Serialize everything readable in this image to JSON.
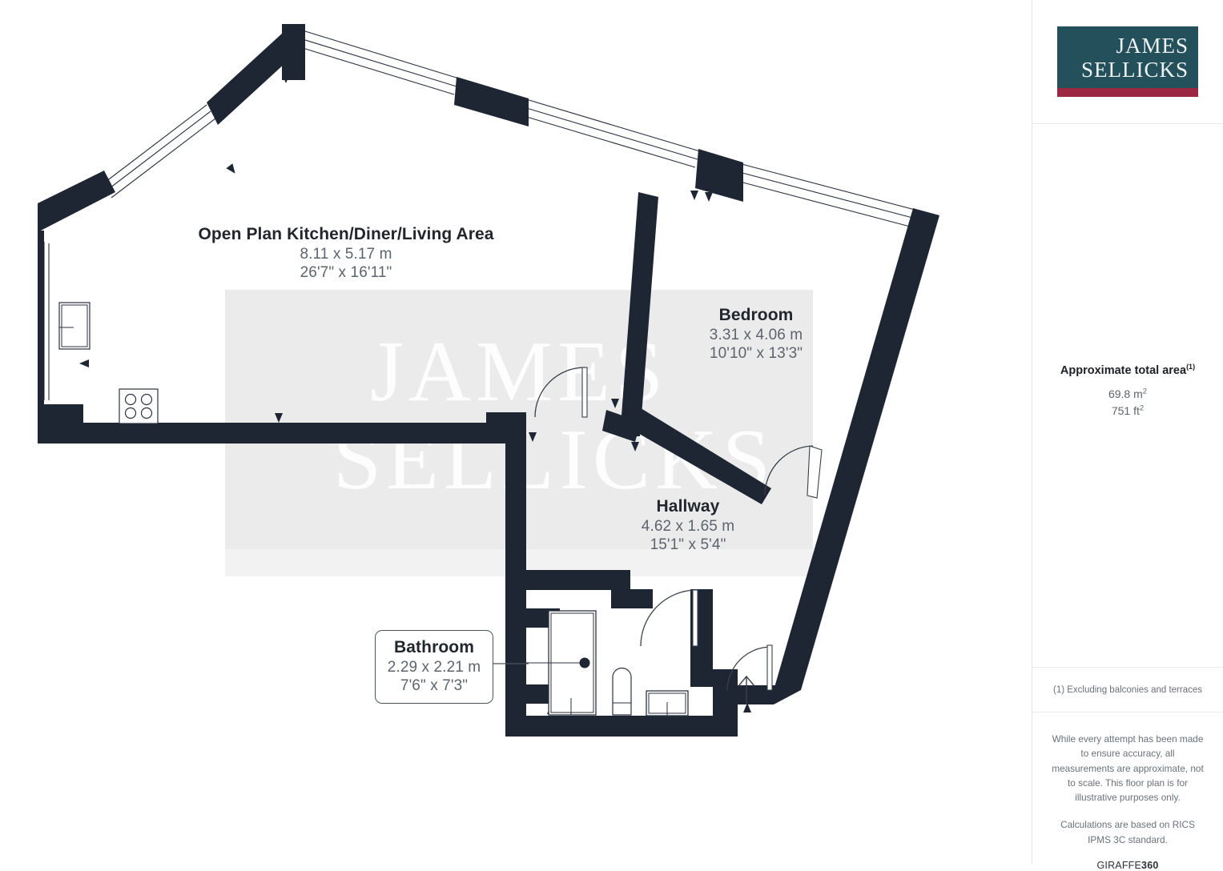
{
  "plan": {
    "watermark": {
      "line1": "JAMES",
      "line2": "SELLICKS"
    },
    "rooms": [
      {
        "key": "kitchen",
        "name": "Open Plan Kitchen/Diner/Living Area",
        "metric": "8.11 x 5.17 m",
        "imperial": "26'7\" x 16'11\""
      },
      {
        "key": "bedroom",
        "name": "Bedroom",
        "metric": "3.31 x 4.06 m",
        "imperial": "10'10\" x 13'3\""
      },
      {
        "key": "hallway",
        "name": "Hallway",
        "metric": "4.62 x 1.65 m",
        "imperial": "15'1\" x 5'4\""
      },
      {
        "key": "bathroom",
        "name": "Bathroom",
        "metric": "2.29 x 2.21 m",
        "imperial": "7'6\" x 7'3\""
      }
    ],
    "colors": {
      "wall": "#1e2533",
      "watermark_panel": "#ebebeb",
      "watermark_text": "#ffffff",
      "label_name": "#22262d",
      "label_dim": "#5d646d"
    },
    "fixtures": [
      "hob-4-burner",
      "kitchen-sink",
      "shower-enclosure",
      "toilet",
      "wash-basin",
      "entrance-arrow"
    ]
  },
  "sidebar": {
    "logo": {
      "line1": "JAMES",
      "line2": "SELLICKS",
      "box_color": "#24505c",
      "bar_color": "#9b2743"
    },
    "area": {
      "title": "Approximate total area",
      "title_sup": "(1)",
      "metric_value": "69.8 m",
      "metric_sup": "2",
      "imperial_value": "751 ft",
      "imperial_sup": "2"
    },
    "footnote": "(1) Excluding balconies and terraces",
    "disclaimer_1": "While every attempt has been made to ensure accuracy, all measurements are approximate, not to scale. This floor plan is for illustrative purposes only.",
    "disclaimer_2": "Calculations are based on RICS IPMS 3C standard.",
    "brand_prefix": "GIRAFFE",
    "brand_suffix": "360"
  }
}
